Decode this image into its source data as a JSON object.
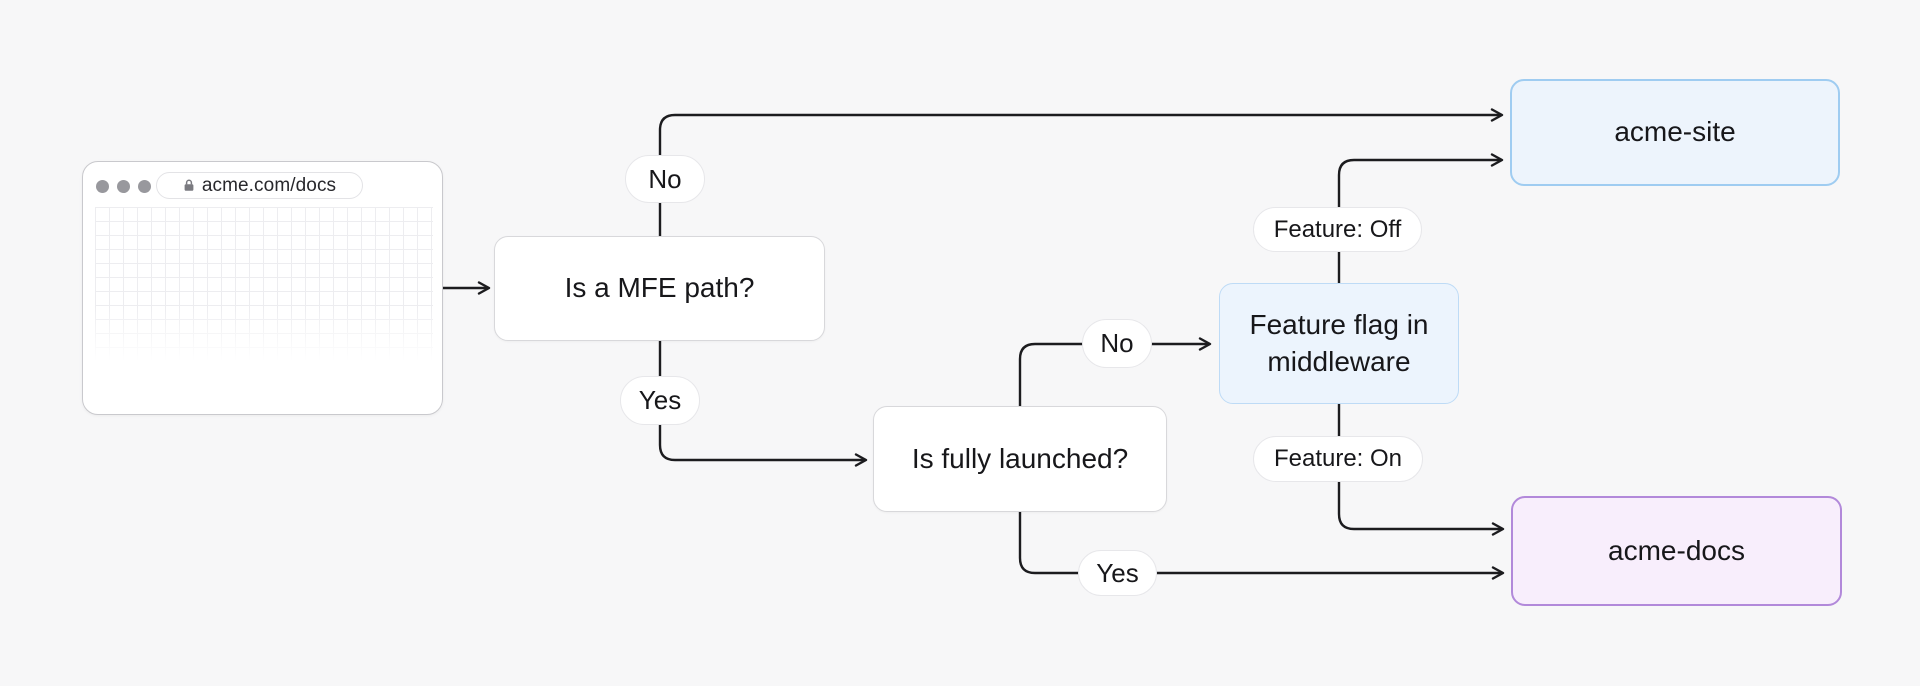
{
  "browser": {
    "url": "acme.com/docs"
  },
  "nodes": {
    "mfe_question": {
      "label": "Is a MFE path?"
    },
    "launched_question": {
      "label": "Is fully launched?"
    },
    "feature_flag": {
      "label": "Feature flag in middleware"
    },
    "acme_site": {
      "label": "acme-site"
    },
    "acme_docs": {
      "label": "acme-docs"
    }
  },
  "edge_labels": {
    "mfe_no": "No",
    "mfe_yes": "Yes",
    "launched_no": "No",
    "launched_yes": "Yes",
    "feature_off": "Feature: Off",
    "feature_on": "Feature: On"
  },
  "colors": {
    "background": "#f7f7f8",
    "connector_line": "#1c1c1f",
    "text": "#17171a",
    "plain_node_fill": "#ffffff",
    "plain_node_border": "#d8d8db",
    "pill_border": "#e7e7ea",
    "acme_site_fill": "#edf4fc",
    "acme_site_border": "#9fccf1",
    "feature_flag_fill": "#ecf4fd",
    "feature_flag_border": "#bedbf6",
    "acme_docs_fill": "#f8eefc",
    "acme_docs_border": "#b289da"
  }
}
